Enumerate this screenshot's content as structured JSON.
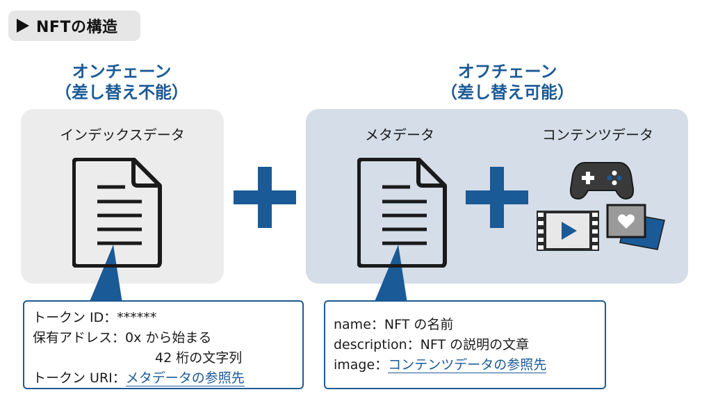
{
  "header": {
    "title": "NFTの構造"
  },
  "onchain": {
    "heading_line1": "オンチェーン",
    "heading_line2": "（差し替え不能）",
    "panel_label": "インデックスデータ",
    "details": {
      "token_id_label": "トークン ID：",
      "token_id_value": "******",
      "address_label": "保有アドレス：",
      "address_value_1": "0x から始まる",
      "address_value_2": "42 桁の文字列",
      "uri_label": "トークン URI：",
      "uri_value": "メタデータの参照先"
    }
  },
  "offchain": {
    "heading_line1": "オフチェーン",
    "heading_line2": "（差し替え可能）",
    "meta_label": "メタデータ",
    "content_label": "コンテンツデータ",
    "details": {
      "name_label": "name：",
      "name_value": "NFT の名前",
      "desc_label": "description：",
      "desc_value": "NFT の説明の文章",
      "image_label": "image：",
      "image_value": "コンテンツデータの参照先"
    }
  },
  "colors": {
    "accent": "#1a5a96",
    "onchain_panel": "#ececec",
    "offchain_panel": "#d4dde8",
    "header_pill": "#e6e6e6"
  },
  "icons": [
    "triangle-right-icon",
    "document-icon",
    "plus-icon",
    "game-controller-icon",
    "video-film-icon",
    "photo-heart-icon"
  ]
}
